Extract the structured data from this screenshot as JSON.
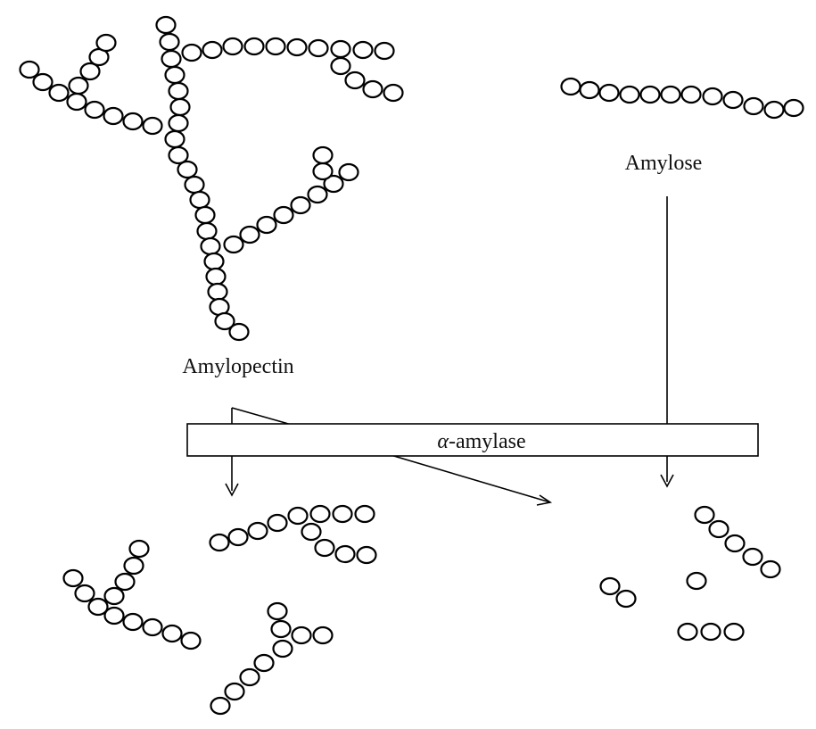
{
  "labels": {
    "amylopectin": "Amylopectin",
    "amylose": "Amylose",
    "enzyme_symbol": "α",
    "enzyme_rest": "-amylase"
  }
}
